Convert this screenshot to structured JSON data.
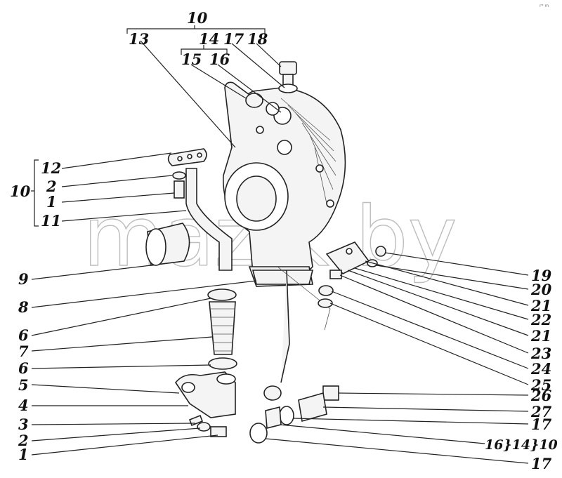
{
  "watermark": "mazik.by",
  "corner_mark": "r* m",
  "labels": {
    "top_group": "10",
    "top_13": "13",
    "top_14": "14",
    "top_17": "17",
    "top_18": "18",
    "top_15": "15",
    "top_16": "16",
    "left_group": "10",
    "left_12": "12",
    "left_2a": "2",
    "left_1a": "1",
    "left_11": "11",
    "left_9": "9",
    "left_8": "8",
    "left_6a": "6",
    "left_7": "7",
    "left_6b": "6",
    "left_5": "5",
    "left_4": "4",
    "left_3": "3",
    "left_2b": "2",
    "left_1b": "1",
    "right_19": "19",
    "right_20": "20",
    "right_21a": "21",
    "right_22": "22",
    "right_21b": "21",
    "right_23": "23",
    "right_24": "24",
    "right_25": "25",
    "right_26": "26",
    "right_27": "27",
    "right_17a": "17",
    "right_16_14_10": "16}14}10",
    "right_17b": "17"
  }
}
